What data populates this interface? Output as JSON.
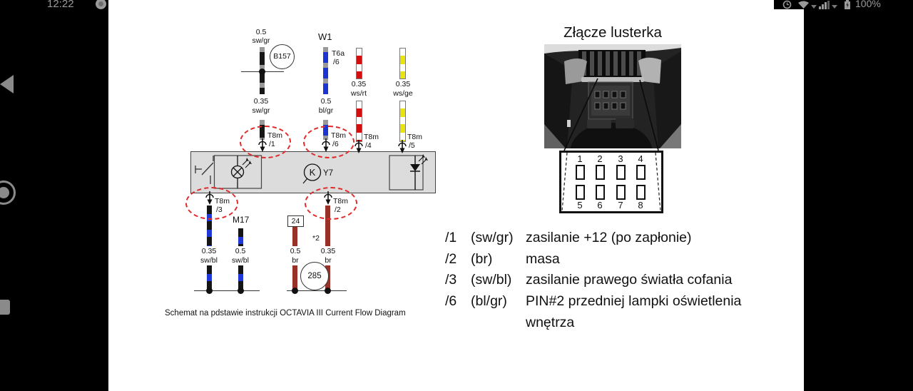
{
  "status": {
    "time": "12:22",
    "battery_pct": "100%",
    "icons": [
      "notification-icon",
      "alarm-icon",
      "wifi-icon",
      "signal-icon",
      "battery-charging-icon"
    ]
  },
  "nav": {
    "icons": [
      "back-icon",
      "home-icon",
      "recents-icon"
    ]
  },
  "panel_title": "Złącze lusterka",
  "caption": "Schemat na pdstawie instrukcji OCTAVIA III Current Flow Diagram",
  "labels": {
    "b157": "B157",
    "w1": "W1",
    "t6a": "T6a",
    "t6a_pin": "/6",
    "y7": "Y7",
    "k": "K",
    "m17": "M17",
    "n24": "24",
    "n285": "285",
    "star2": "*2",
    "t8m": "T8m"
  },
  "connectors": {
    "p1": "/1",
    "p2": "/2",
    "p3": "/3",
    "p4": "/4",
    "p5": "/5",
    "p6": "/6"
  },
  "wires": {
    "swgr_top": {
      "g": "0.5",
      "c": "sw/gr"
    },
    "swgr_bot": {
      "g": "0.35",
      "c": "sw/gr"
    },
    "blgr": {
      "g": "0.5",
      "c": "bl/gr"
    },
    "wsrt": {
      "g": "0.35",
      "c": "ws/rt"
    },
    "wsge": {
      "g": "0.35",
      "c": "ws/ge"
    },
    "swbl_t3": {
      "g": "0.35",
      "c": "sw/bl"
    },
    "swbl_m17": {
      "g": "0.5",
      "c": "sw/bl"
    },
    "br_24": {
      "g": "0.5",
      "c": "br"
    },
    "br_t2": {
      "g": "0.35",
      "c": "br"
    }
  },
  "pins_top": [
    "1",
    "2",
    "3",
    "4"
  ],
  "pins_bottom": [
    "5",
    "6",
    "7",
    "8"
  ],
  "legend": [
    {
      "pin": "/1",
      "wire": "(sw/gr)",
      "desc": "zasilanie +12 (po zapłonie)"
    },
    {
      "pin": "/2",
      "wire": "(br)",
      "desc": "masa"
    },
    {
      "pin": "/3",
      "wire": "(sw/bl)",
      "desc": "zasilanie prawego światła cofania"
    },
    {
      "pin": "/6",
      "wire": "(bl/gr)",
      "desc": "PIN#2 przedniej lampki oświetlenia"
    },
    {
      "pin": "",
      "wire": "",
      "desc": "wnętrza"
    }
  ],
  "colors": {
    "accent_circle": "#e12a2a",
    "wire_brown": "#9a3129",
    "wire_blue": "#1c35d2",
    "wire_red": "#d40f0f",
    "wire_yellow": "#e9e40c",
    "box_fill": "#dcdcdc"
  }
}
